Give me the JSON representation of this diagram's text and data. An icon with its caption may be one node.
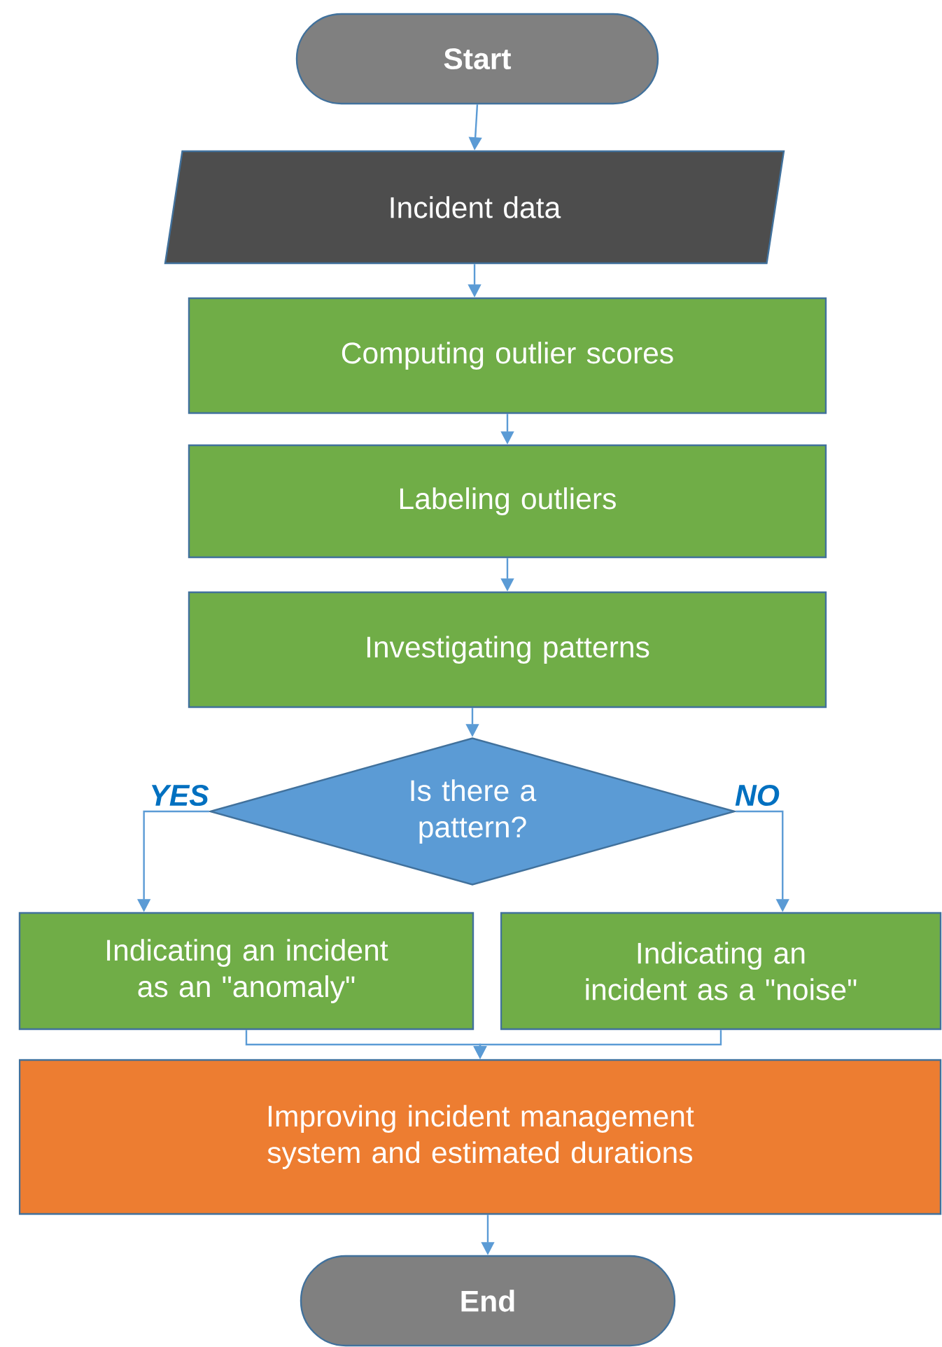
{
  "diagram": {
    "nodes": [
      {
        "text": [
          "Start"
        ]
      },
      {
        "text": [
          "Incident data"
        ]
      },
      {
        "text": [
          "Computing outlier scores"
        ]
      },
      {
        "text": [
          "Labeling outliers"
        ]
      },
      {
        "text": [
          "Investigating patterns"
        ]
      },
      {
        "text": [
          "Is there a pattern?"
        ]
      },
      {
        "text": [
          "Indicating an incident as an \"anomaly\""
        ]
      },
      {
        "text": [
          "Indicating an incident as a \"noise\""
        ]
      },
      {
        "text": [
          "Improving incident management system and estimated durations"
        ]
      },
      {
        "text": [
          "End"
        ]
      }
    ],
    "edges": [
      {
        "from": 0,
        "to": 1,
        "arrow": "to"
      },
      {
        "from": 1,
        "to": 2,
        "arrow": "to"
      },
      {
        "from": 2,
        "to": 3,
        "arrow": "to"
      },
      {
        "from": 3,
        "to": 4,
        "arrow": "to"
      },
      {
        "from": 4,
        "to": 5,
        "arrow": "to"
      },
      {
        "from": 5,
        "to": 6,
        "arrow": "to",
        "label": "YES"
      },
      {
        "from": 5,
        "to": 7,
        "arrow": "to",
        "label": "NO"
      },
      {
        "from": 6,
        "to": 8,
        "arrow": "to"
      },
      {
        "from": 7,
        "to": 8,
        "arrow": "to"
      },
      {
        "from": 8,
        "to": 9,
        "arrow": "to"
      }
    ]
  }
}
